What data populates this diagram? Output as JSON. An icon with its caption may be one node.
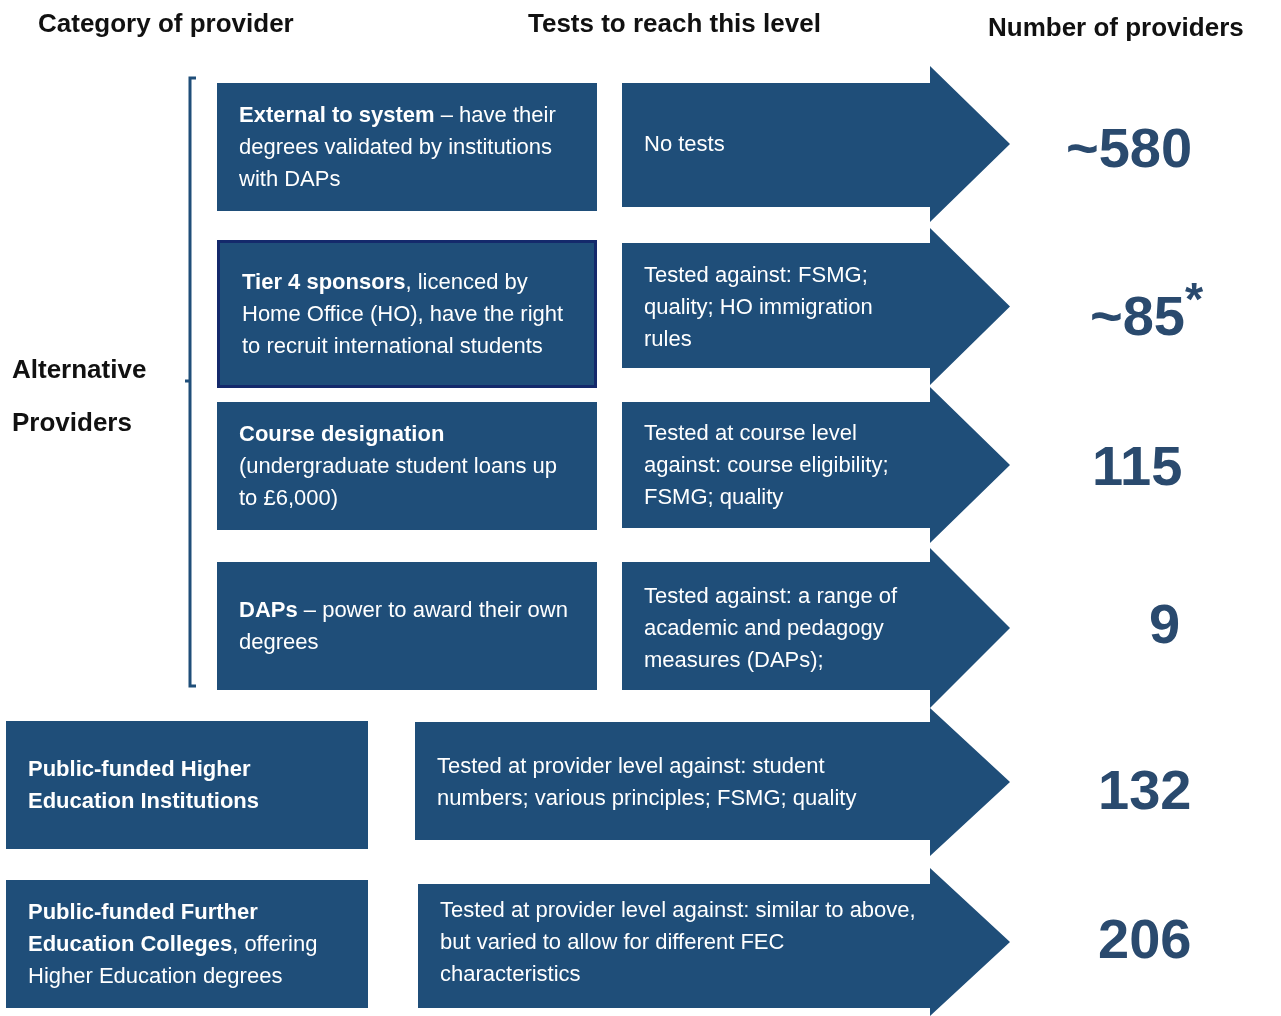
{
  "diagram": {
    "nodes": [
      {
        "text": [
          "**External to system** – have their degrees validated by institutions with DAPs"
        ]
      },
      {
        "text": [
          "No tests"
        ]
      },
      {
        "text": [
          "**Tier 4 sponsors**, licenced by Home Office (HO), have the right to recruit international students"
        ]
      },
      {
        "text": [
          "Tested against: FSMG; quality; HO immigration rules"
        ]
      },
      {
        "text": [
          "**Course designation** (undergraduate student loans up to £6,000)"
        ]
      },
      {
        "text": [
          "Tested at course level against: course eligibility; FSMG; quality"
        ]
      },
      {
        "text": [
          "**DAPs** – power to award their own degrees"
        ]
      },
      {
        "text": [
          "Tested against: a range of academic and pedagogy measures (DAPs);"
        ]
      },
      {
        "text": [
          "**Public-funded Higher Education Institutions**"
        ]
      },
      {
        "text": [
          "Tested at provider level against: student numbers; various principles; FSMG; quality"
        ]
      },
      {
        "text": [
          "**Public-funded Further Education Colleges**, offering Higher Education degrees"
        ]
      },
      {
        "text": [
          "Tested at provider level against: similar to above, but varied to allow for different FEC characteristics"
        ]
      }
    ],
    "edges": [],
    "labels": [
      "Category of provider",
      "Tests to reach this level",
      "Number of providers",
      "~580",
      "Alternative Providers",
      "~85$^{*}$",
      "115",
      "9",
      "132",
      "206"
    ]
  }
}
